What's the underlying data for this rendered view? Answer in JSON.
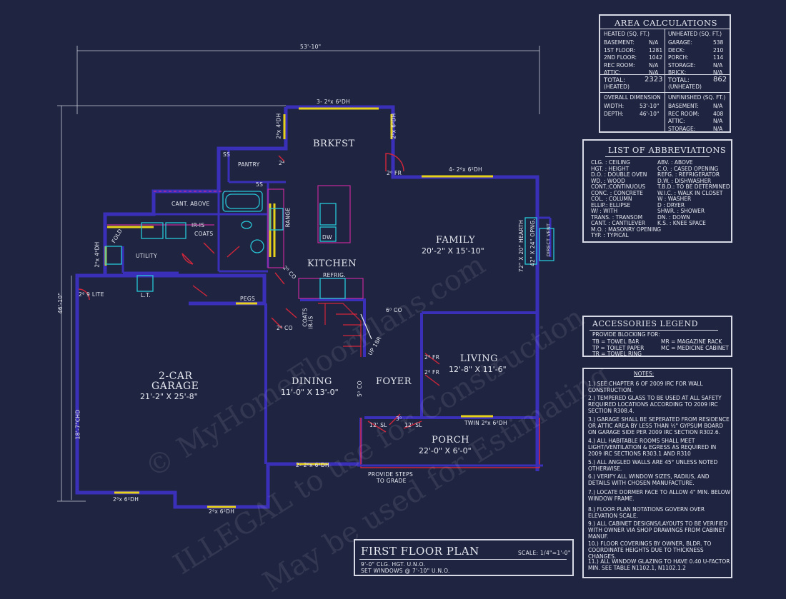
{
  "dims": {
    "overall_width": "53'-10\"",
    "overall_depth": "46'-10\"",
    "garage_side": "18'-7\"CHD"
  },
  "rooms": {
    "brkfst": "BRKFST",
    "family": "FAMILY",
    "family_size": "20'-2\" X 15'-10\"",
    "kitchen": "KITCHEN",
    "living": "LIVING",
    "living_size": "12'-8\" X 11'-6\"",
    "garage": "2-CAR",
    "garage2": "GARAGE",
    "garage_size": "21'-2\" X 25'-8\"",
    "dining": "DINING",
    "dining_size": "11'-0\" X 13'-0\"",
    "foyer": "FOYER",
    "porch": "PORCH",
    "porch_size": "22'-0\" X 6'-0\"",
    "utility": "UTILITY",
    "pantry": "PANTRY"
  },
  "labels": {
    "w_brk_top": "3- 2⁶x 6²DH",
    "w_brk_left": "2⁶x 4²DH",
    "w_brk_right": "2⁶x 6²DH",
    "w_family": "4- 2⁶x 6²DH",
    "fr_brk": "2⁰ FR",
    "fireplace": "42\" X 24\" OPNG.",
    "hearth": "72\" X 20\" HEARTH",
    "vent": "DIRECT VENT",
    "cant_above": "CANT. ABOVE",
    "irls1": "IR-IS",
    "coats1": "COATS",
    "fold": "FOLD",
    "w_util": "2⁰x 4²DH",
    "ss1": "SS",
    "ss2": "5S",
    "range": "RANGE",
    "dw": "DW",
    "refrig": "REFRIG.",
    "lt": "L.T.",
    "lite": "2⁸ 9 LITE",
    "pegs": "PEGS",
    "d24": "2⁴",
    "d28co": "2⁸ CO",
    "d28co2": "2⁸ CO",
    "coats2": "COATS",
    "irls2": "IR-IS",
    "up": "UP 18R",
    "co6": "6⁰ CO",
    "co5": "5⁰ CO",
    "fr1": "2⁸ FR",
    "fr2": "2⁸ FR",
    "sl1": "12' SL",
    "sl2": "12' SL",
    "d30": "3⁰",
    "twin": "TWIN 2⁸x 6²DH",
    "w_din": "2- 2⁶x 6²DH",
    "steps": "PROVIDE STEPS",
    "steps2": "TO GRADE",
    "w_gar1": "2⁸x 6²DH",
    "w_gar2": "2⁸x 6²DH"
  },
  "area": {
    "title": "AREA CALCULATIONS",
    "heated_hdr": "HEATED (SQ. FT.)",
    "unheated_hdr": "UNHEATED (SQ. FT.)",
    "heated": [
      {
        "k": "BASEMENT:",
        "v": "N/A"
      },
      {
        "k": "1ST FLOOR:",
        "v": "1281"
      },
      {
        "k": "2ND FLOOR:",
        "v": "1042"
      },
      {
        "k": "REC ROOM:",
        "v": "N/A"
      },
      {
        "k": "ATTIC:",
        "v": "N/A"
      }
    ],
    "unheated": [
      {
        "k": "GARAGE:",
        "v": "538"
      },
      {
        "k": "DECK:",
        "v": "210"
      },
      {
        "k": "PORCH:",
        "v": "114"
      },
      {
        "k": "STORAGE:",
        "v": "N/A"
      },
      {
        "k": "BRICK:",
        "v": "N/A"
      }
    ],
    "total_heated_k": "TOTAL:",
    "total_heated_k2": "(HEATED)",
    "total_heated_v": "2323",
    "total_unheated_k": "TOTAL:",
    "total_unheated_k2": "(UNHEATED)",
    "total_unheated_v": "862",
    "overall_hdr": "OVERALL DIMENSION",
    "unfinished_hdr": "UNFINISHED (SQ. FT.)",
    "overall": [
      {
        "k": "WIDTH:",
        "v": "53'-10\""
      },
      {
        "k": "DEPTH:",
        "v": "46'-10\""
      }
    ],
    "unfinished": [
      {
        "k": "BASEMENT:",
        "v": "N/A"
      },
      {
        "k": "REC ROOM:",
        "v": "408"
      },
      {
        "k": "ATTIC:",
        "v": "N/A"
      },
      {
        "k": "STORAGE:",
        "v": "N/A"
      }
    ]
  },
  "abbrev": {
    "title": "LIST OF ABBREVIATIONS",
    "left": [
      "CLG. : CEILING",
      "HGT. : HEIGHT",
      "D.O. : DOUBLE OVEN",
      "WD. : WOOD",
      "CONT.:CONTINUOUS",
      "CONC. : CONCRETE",
      "COL. : COLUMN",
      "ELLIP.: ELLIPSE",
      "W/ : WITH",
      "TRANS. : TRANSOM",
      "CANT. : CANTILEVER",
      "M.O. : MASONRY OPENING",
      "TYP. : TYPICAL"
    ],
    "right": [
      "ABV. : ABOVE",
      "C.O. : CASED OPENING",
      "REFG. : REFRIGERATOR",
      "D.W. : DISHWASHER",
      "T.B.D.: TO BE DETERMINED",
      "W.I.C. : WALK IN CLOSET",
      "W : WASHER",
      "D : DRYER",
      "SHWR. : SHOWER",
      "DN. : DOWN",
      "K.S. : KNEE SPACE"
    ]
  },
  "accessories": {
    "title": "ACCESSORIES LEGEND",
    "intro": "PROVIDE BLOCKING FOR:",
    "left": [
      "TB = TOWEL BAR",
      "TP = TOILET PAPER",
      "TR = TOWEL RING"
    ],
    "right": [
      "MR = MAGAZINE RACK",
      "MC = MEDICINE CABINET"
    ]
  },
  "notes": {
    "title": "NOTES:",
    "items": [
      "1.) SEE CHAPTER 6 OF 2009 IRC FOR WALL CONSTRUCTION.",
      "2.) TEMPERED GLASS TO BE USED AT ALL SAFETY REQUIRED LOCATIONS ACCORDING TO 2009 IRC SECTION R308.4.",
      "3.) GARAGE SHALL BE SEPERATED FROM RESIDENCE OR ATTIC AREA BY LESS THAN ½\" GYPSUM BOARD ON GARAGE SIDE PER 2009 IRC SECTION R302.6.",
      "4.) ALL HABITABLE ROOMS SHALL MEET LIGHT/VENTILATION & EGRESS AS REQUIRED IN 2009 IRC SECTIONS R303.1 AND R310",
      "5.) ALL ANGLED WALLS ARE 45° UNLESS NOTED OTHERWISE.",
      "6.) VERIFY ALL WINDOW SIZES, RADIUS, AND DETAILS WITH CHOSEN MANUFACTURE.",
      "7.) LOCATE DORMER FACE TO ALLOW 4\" MIN. BELOW WINDOW FRAME.",
      "8.) FLOOR PLAN NOTATIONS GOVERN OVER ELEVATION SCALE.",
      "9.) ALL CABINET DESIGNS/LAYOUTS TO BE VERIFIED WITH OWNER VIA SHOP DRAWINGS FROM CABINET MANUF.",
      "10.) FLOOR COVERINGS BY OWNER, BLDR. TO COORDINATE HEIGHTS DUE TO THICKNESS CHANGES.",
      "11.) ALL WINDOW GLAZING TO HAVE 0.40 U-FACTOR MIN. SEE TABLE N1102.1, N1102.1.2"
    ]
  },
  "titleblock": {
    "title": "FIRST FLOOR PLAN",
    "scale": "SCALE: 1/4\"=1'-0\"",
    "line1": "9'-0\" CLG. HGT. U.N.O.",
    "line2": "SET WINDOWS @ 7'-10\" U.N.O."
  },
  "watermark": {
    "line1": "© MyHomeFloorPlans.com",
    "line2": "ILLEGAL to use for Construction",
    "line3": "May be used for Estimating"
  },
  "colors": {
    "background": "#1f2440",
    "wall": "#3a2fb8",
    "window": "#e6d21a",
    "door": "#d1263b",
    "fixture": "#28c7d6",
    "cabinet": "#c42a9b",
    "text": "#e6e8f0"
  }
}
